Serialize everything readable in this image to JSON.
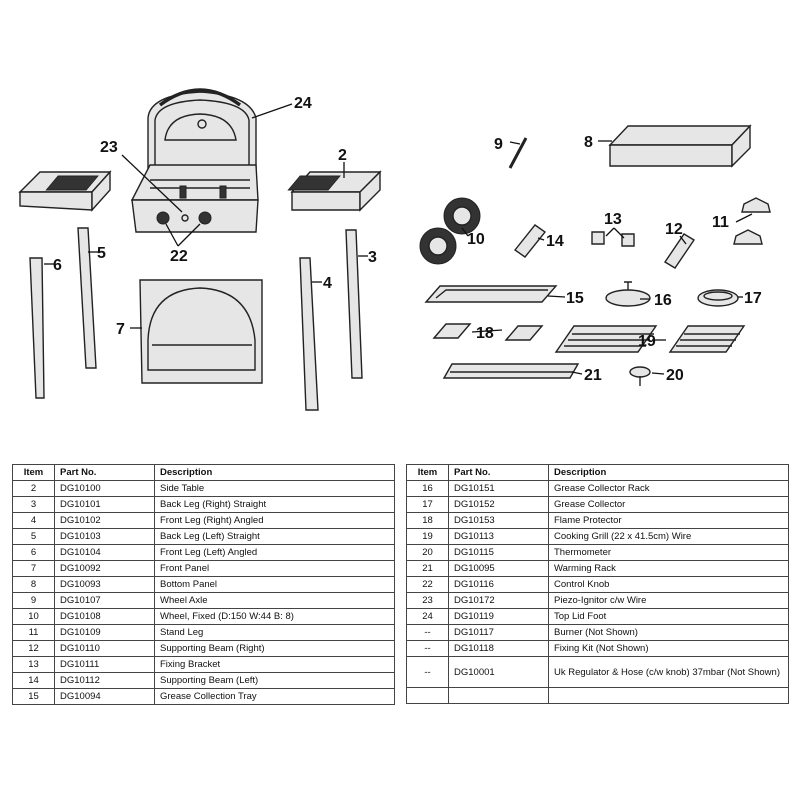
{
  "callouts": [
    "24",
    "23",
    "22",
    "2",
    "6",
    "5",
    "3",
    "4",
    "7",
    "9",
    "8",
    "10",
    "14",
    "13",
    "12",
    "11",
    "15",
    "16",
    "17",
    "18",
    "19",
    "21",
    "20"
  ],
  "table_headers": {
    "item": "Item",
    "part_no": "Part No.",
    "description": "Description"
  },
  "left_table": [
    {
      "item": "2",
      "part_no": "DG10100",
      "description": "Side Table"
    },
    {
      "item": "3",
      "part_no": "DG10101",
      "description": "Back Leg (Right) Straight"
    },
    {
      "item": "4",
      "part_no": "DG10102",
      "description": "Front Leg (Right) Angled"
    },
    {
      "item": "5",
      "part_no": "DG10103",
      "description": "Back Leg (Left) Straight"
    },
    {
      "item": "6",
      "part_no": "DG10104",
      "description": "Front Leg (Left) Angled"
    },
    {
      "item": "7",
      "part_no": "DG10092",
      "description": "Front Panel"
    },
    {
      "item": "8",
      "part_no": "DG10093",
      "description": "Bottom Panel"
    },
    {
      "item": "9",
      "part_no": "DG10107",
      "description": "Wheel Axle"
    },
    {
      "item": "10",
      "part_no": "DG10108",
      "description": "Wheel, Fixed (D:150 W:44 B: 8)"
    },
    {
      "item": "11",
      "part_no": "DG10109",
      "description": "Stand Leg"
    },
    {
      "item": "12",
      "part_no": "DG10110",
      "description": "Supporting Beam (Right)"
    },
    {
      "item": "13",
      "part_no": "DG10111",
      "description": "Fixing Bracket"
    },
    {
      "item": "14",
      "part_no": "DG10112",
      "description": "Supporting Beam (Left)"
    },
    {
      "item": "15",
      "part_no": "DG10094",
      "description": "Grease Collection Tray"
    }
  ],
  "right_table": [
    {
      "item": "16",
      "part_no": "DG10151",
      "description": "Grease Collector Rack"
    },
    {
      "item": "17",
      "part_no": "DG10152",
      "description": "Grease Collector"
    },
    {
      "item": "18",
      "part_no": "DG10153",
      "description": "Flame Protector"
    },
    {
      "item": "19",
      "part_no": "DG10113",
      "description": "Cooking Grill (22 x 41.5cm) Wire"
    },
    {
      "item": "20",
      "part_no": "DG10115",
      "description": "Thermometer"
    },
    {
      "item": "21",
      "part_no": "DG10095",
      "description": "Warming Rack"
    },
    {
      "item": "22",
      "part_no": "DG10116",
      "description": "Control Knob"
    },
    {
      "item": "23",
      "part_no": "DG10172",
      "description": "Piezo-Ignitor c/w Wire"
    },
    {
      "item": "24",
      "part_no": "DG10119",
      "description": "Top Lid Foot"
    },
    {
      "item": "--",
      "part_no": "DG10117",
      "description": "Burner (Not Shown)"
    },
    {
      "item": "--",
      "part_no": "DG10118",
      "description": "Fixing Kit (Not Shown)"
    },
    {
      "item": "--",
      "part_no": "DG10001",
      "description": "Uk Regulator & Hose (c/w knob) 37mbar (Not Shown)"
    },
    {
      "item": "",
      "part_no": "",
      "description": ""
    }
  ]
}
